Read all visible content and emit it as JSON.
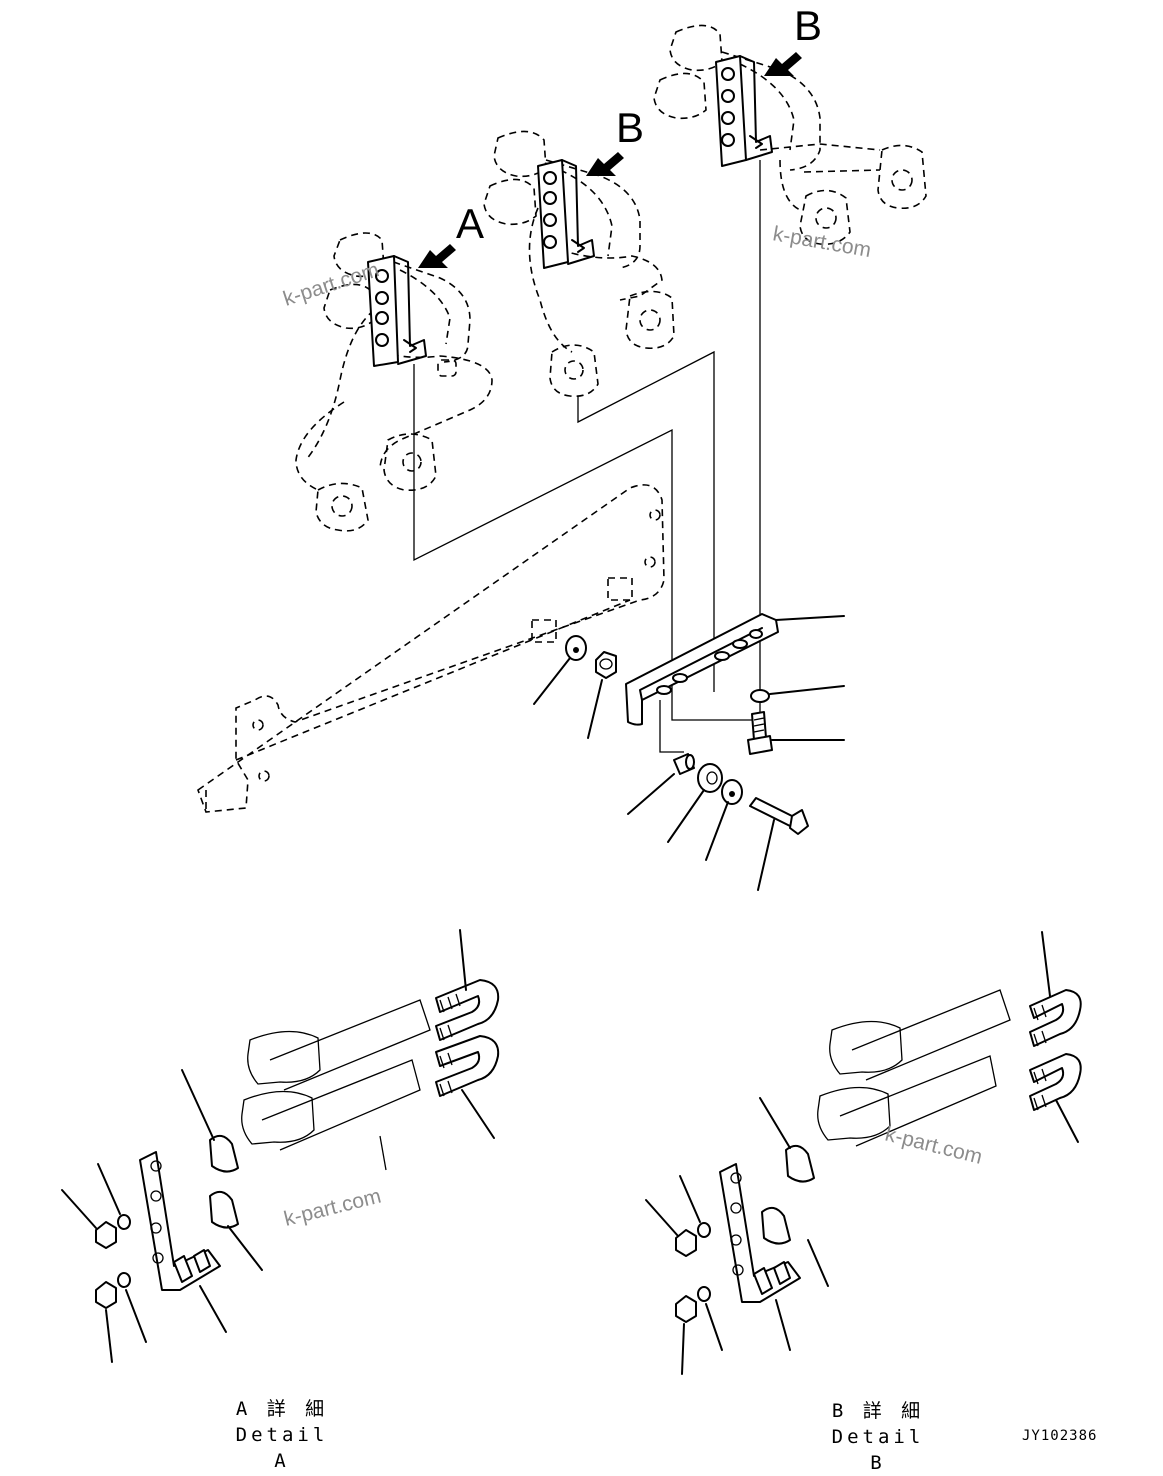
{
  "callouts": {
    "a": "A",
    "b1": "B",
    "b2": "B"
  },
  "watermarks": [
    "k-part.com",
    "k-part.com",
    "k-part.com",
    "k-part.com"
  ],
  "detail_a": {
    "jp": "A 詳 細",
    "en": "Detail A"
  },
  "detail_b": {
    "jp": "B 詳 細",
    "en": "Detail B"
  },
  "drawing_number": "JY102386"
}
